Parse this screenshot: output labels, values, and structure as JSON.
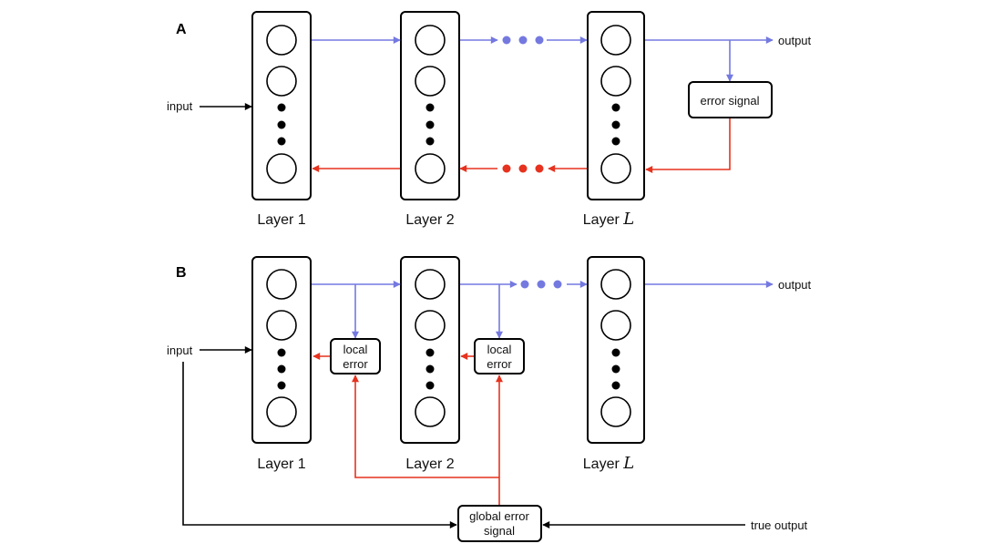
{
  "colors": {
    "forward": "#7479e0",
    "backward": "#e6321e",
    "neutral": "#000000"
  },
  "panels": [
    {
      "id": "A",
      "label": "A",
      "input_label": "input",
      "output_label": "output",
      "layers": [
        {
          "name": "Layer 1",
          "prefix": "Layer ",
          "suffix": "1"
        },
        {
          "name": "Layer 2",
          "prefix": "Layer ",
          "suffix": "2"
        },
        {
          "name": "Layer L",
          "prefix": "Layer ",
          "suffix": "L"
        }
      ],
      "error_box": "error signal"
    },
    {
      "id": "B",
      "label": "B",
      "input_label": "input",
      "output_label": "output",
      "true_output_label": "true output",
      "layers": [
        {
          "name": "Layer 1",
          "prefix": "Layer ",
          "suffix": "1"
        },
        {
          "name": "Layer 2",
          "prefix": "Layer ",
          "suffix": "2"
        },
        {
          "name": "Layer L",
          "prefix": "Layer ",
          "suffix": "L"
        }
      ],
      "local_error_line1": "local",
      "local_error_line2": "error",
      "global_error_line1": "global error",
      "global_error_line2": "signal"
    }
  ]
}
